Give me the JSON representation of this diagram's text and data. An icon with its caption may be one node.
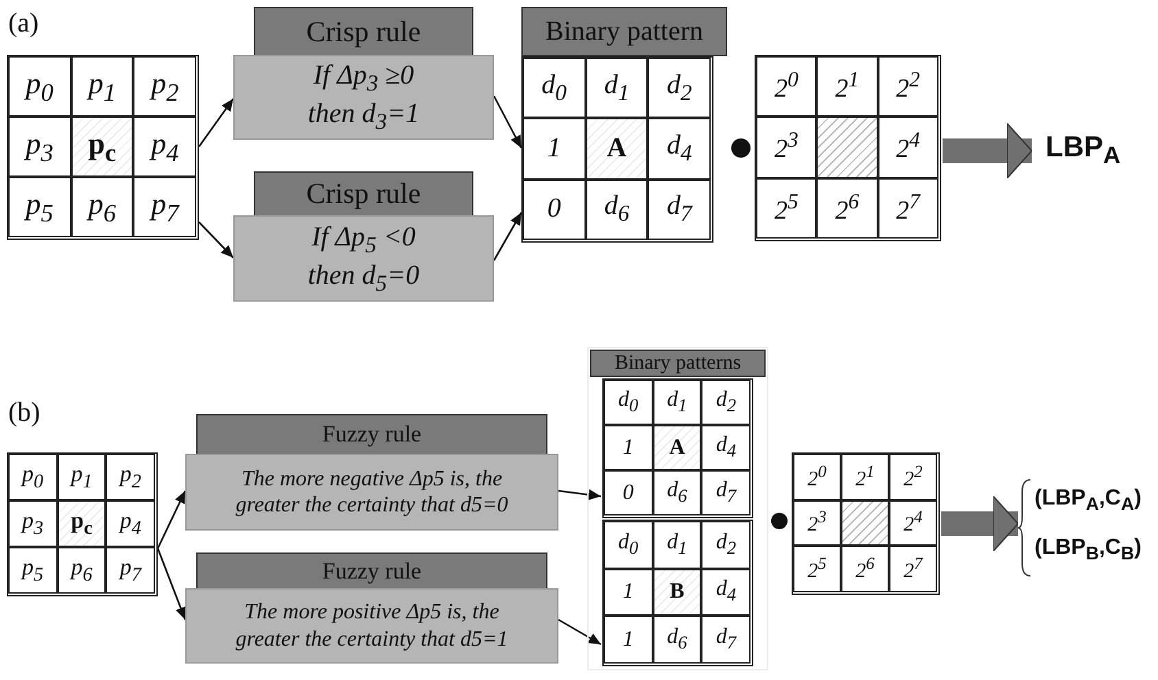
{
  "diagram": {
    "nodes": [
      {
        "text": [
          "p$_{0}$",
          "p$_{1}$",
          "p$_{2}$",
          "p$_{3}$",
          "p$_{c}$",
          "p$_{4}$",
          "p$_{5}$",
          "p$_{6}$",
          "p$_{7}$"
        ]
      },
      {
        "text": [
          "Crisp rule",
          "If Δp$_{3}$ ≥0 then d$_{3}$=1"
        ]
      },
      {
        "text": [
          "Crisp rule",
          "If Δp$_{5}$ <0 then d$_{5}$=0"
        ]
      },
      {
        "text": [
          "Binary pattern",
          "d$_{0}$",
          "d$_{1}$",
          "d$_{2}$",
          "1",
          "A",
          "d$_{4}$",
          "0",
          "d$_{6}$",
          "d$_{7}$"
        ]
      },
      {
        "text": [
          "2$^{0}$",
          "2$^{1}$",
          "2$^{2}$",
          "2$^{3}$",
          "2$^{4}$",
          "2$^{5}$",
          "2$^{6}$",
          "2$^{7}$"
        ]
      },
      {
        "text": [
          "LBP$_{A}$"
        ]
      },
      {
        "text": [
          "p$_{0}$",
          "p$_{1}$",
          "p$_{2}$",
          "p$_{3}$",
          "p$_{c}$",
          "p$_{4}$",
          "p$_{5}$",
          "p$_{6}$",
          "p$_{7}$"
        ]
      },
      {
        "text": [
          "Fuzzy rule",
          "The more negative Δp5 is, the greater the certainty that d5=0"
        ]
      },
      {
        "text": [
          "Fuzzy rule",
          "The more positive Δp5 is, the greater the certainty that d5=1"
        ]
      },
      {
        "text": [
          "Binary patterns"
        ]
      },
      {
        "text": [
          "d$_{0}$",
          "d$_{1}$",
          "d$_{2}$",
          "1",
          "A",
          "d$_{4}$",
          "0",
          "d$_{6}$",
          "d$_{7}$"
        ],
        "in": 9
      },
      {
        "text": [
          "d$_{0}$",
          "d$_{1}$",
          "d$_{2}$",
          "1",
          "B",
          "d$_{4}$",
          "1",
          "d$_{6}$",
          "d$_{7}$"
        ],
        "in": 9
      },
      {
        "text": [
          "2$^{0}$",
          "2$^{1}$",
          "2$^{2}$",
          "2$^{3}$",
          "2$^{4}$",
          "2$^{5}$",
          "2$^{6}$",
          "2$^{7}$"
        ]
      },
      {
        "text": [
          "(LBP$_{A}$,C$_{A}$)",
          "(LBP$_{B}$,C$_{B}$)"
        ]
      }
    ],
    "edges": [
      {
        "from": 0,
        "to": 1,
        "arrow": "to"
      },
      {
        "from": 0,
        "to": 2,
        "arrow": "to"
      },
      {
        "from": 1,
        "to": 3,
        "arrow": "to"
      },
      {
        "from": 2,
        "to": 3,
        "arrow": "to"
      },
      {
        "from": 4,
        "to": 5,
        "arrow": "to",
        "style": "thick",
        "color": "#707070"
      },
      {
        "from": 6,
        "to": 7,
        "arrow": "to"
      },
      {
        "from": 6,
        "to": 8,
        "arrow": "to"
      },
      {
        "from": 7,
        "to": 10,
        "arrow": "to"
      },
      {
        "from": 8,
        "to": 11,
        "arrow": "to"
      },
      {
        "from": 12,
        "to": 13,
        "arrow": "to",
        "style": "thick",
        "color": "#707070"
      }
    ],
    "labels": [
      "(a)",
      "(b)"
    ]
  }
}
